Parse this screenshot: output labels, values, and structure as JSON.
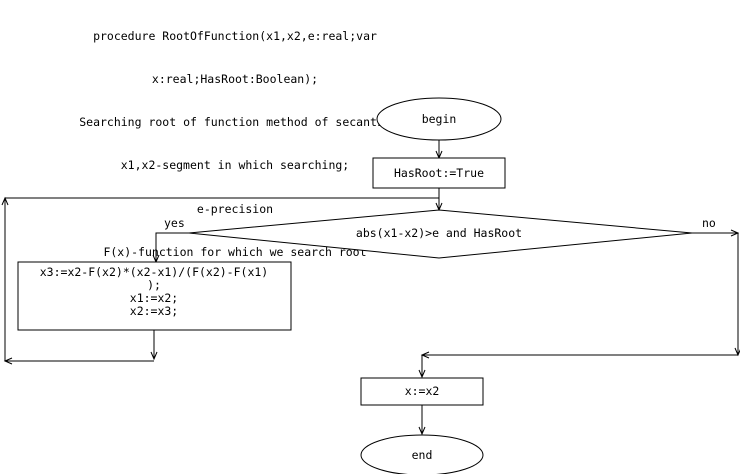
{
  "header": {
    "lines": [
      "procedure RootOfFunction(x1,x2,e:real;var",
      "x:real;HasRoot:Boolean);",
      "Searching root of function method of secants.",
      "x1,x2-segment in which searching;",
      "e-precision",
      "F(x)-function for which we search root"
    ]
  },
  "flowchart": {
    "begin_label": "begin",
    "init_label": "HasRoot:=True",
    "condition_label": "abs(x1-x2)>e and HasRoot",
    "yes_label": "yes",
    "no_label": "no",
    "loop_body_lines": [
      "x3:=x2-F(x2)*(x2-x1)/(F(x2)-F(x1)",
      ");",
      "x1:=x2;",
      "x2:=x3;"
    ],
    "result_label": "x:=x2",
    "end_label": "end"
  }
}
